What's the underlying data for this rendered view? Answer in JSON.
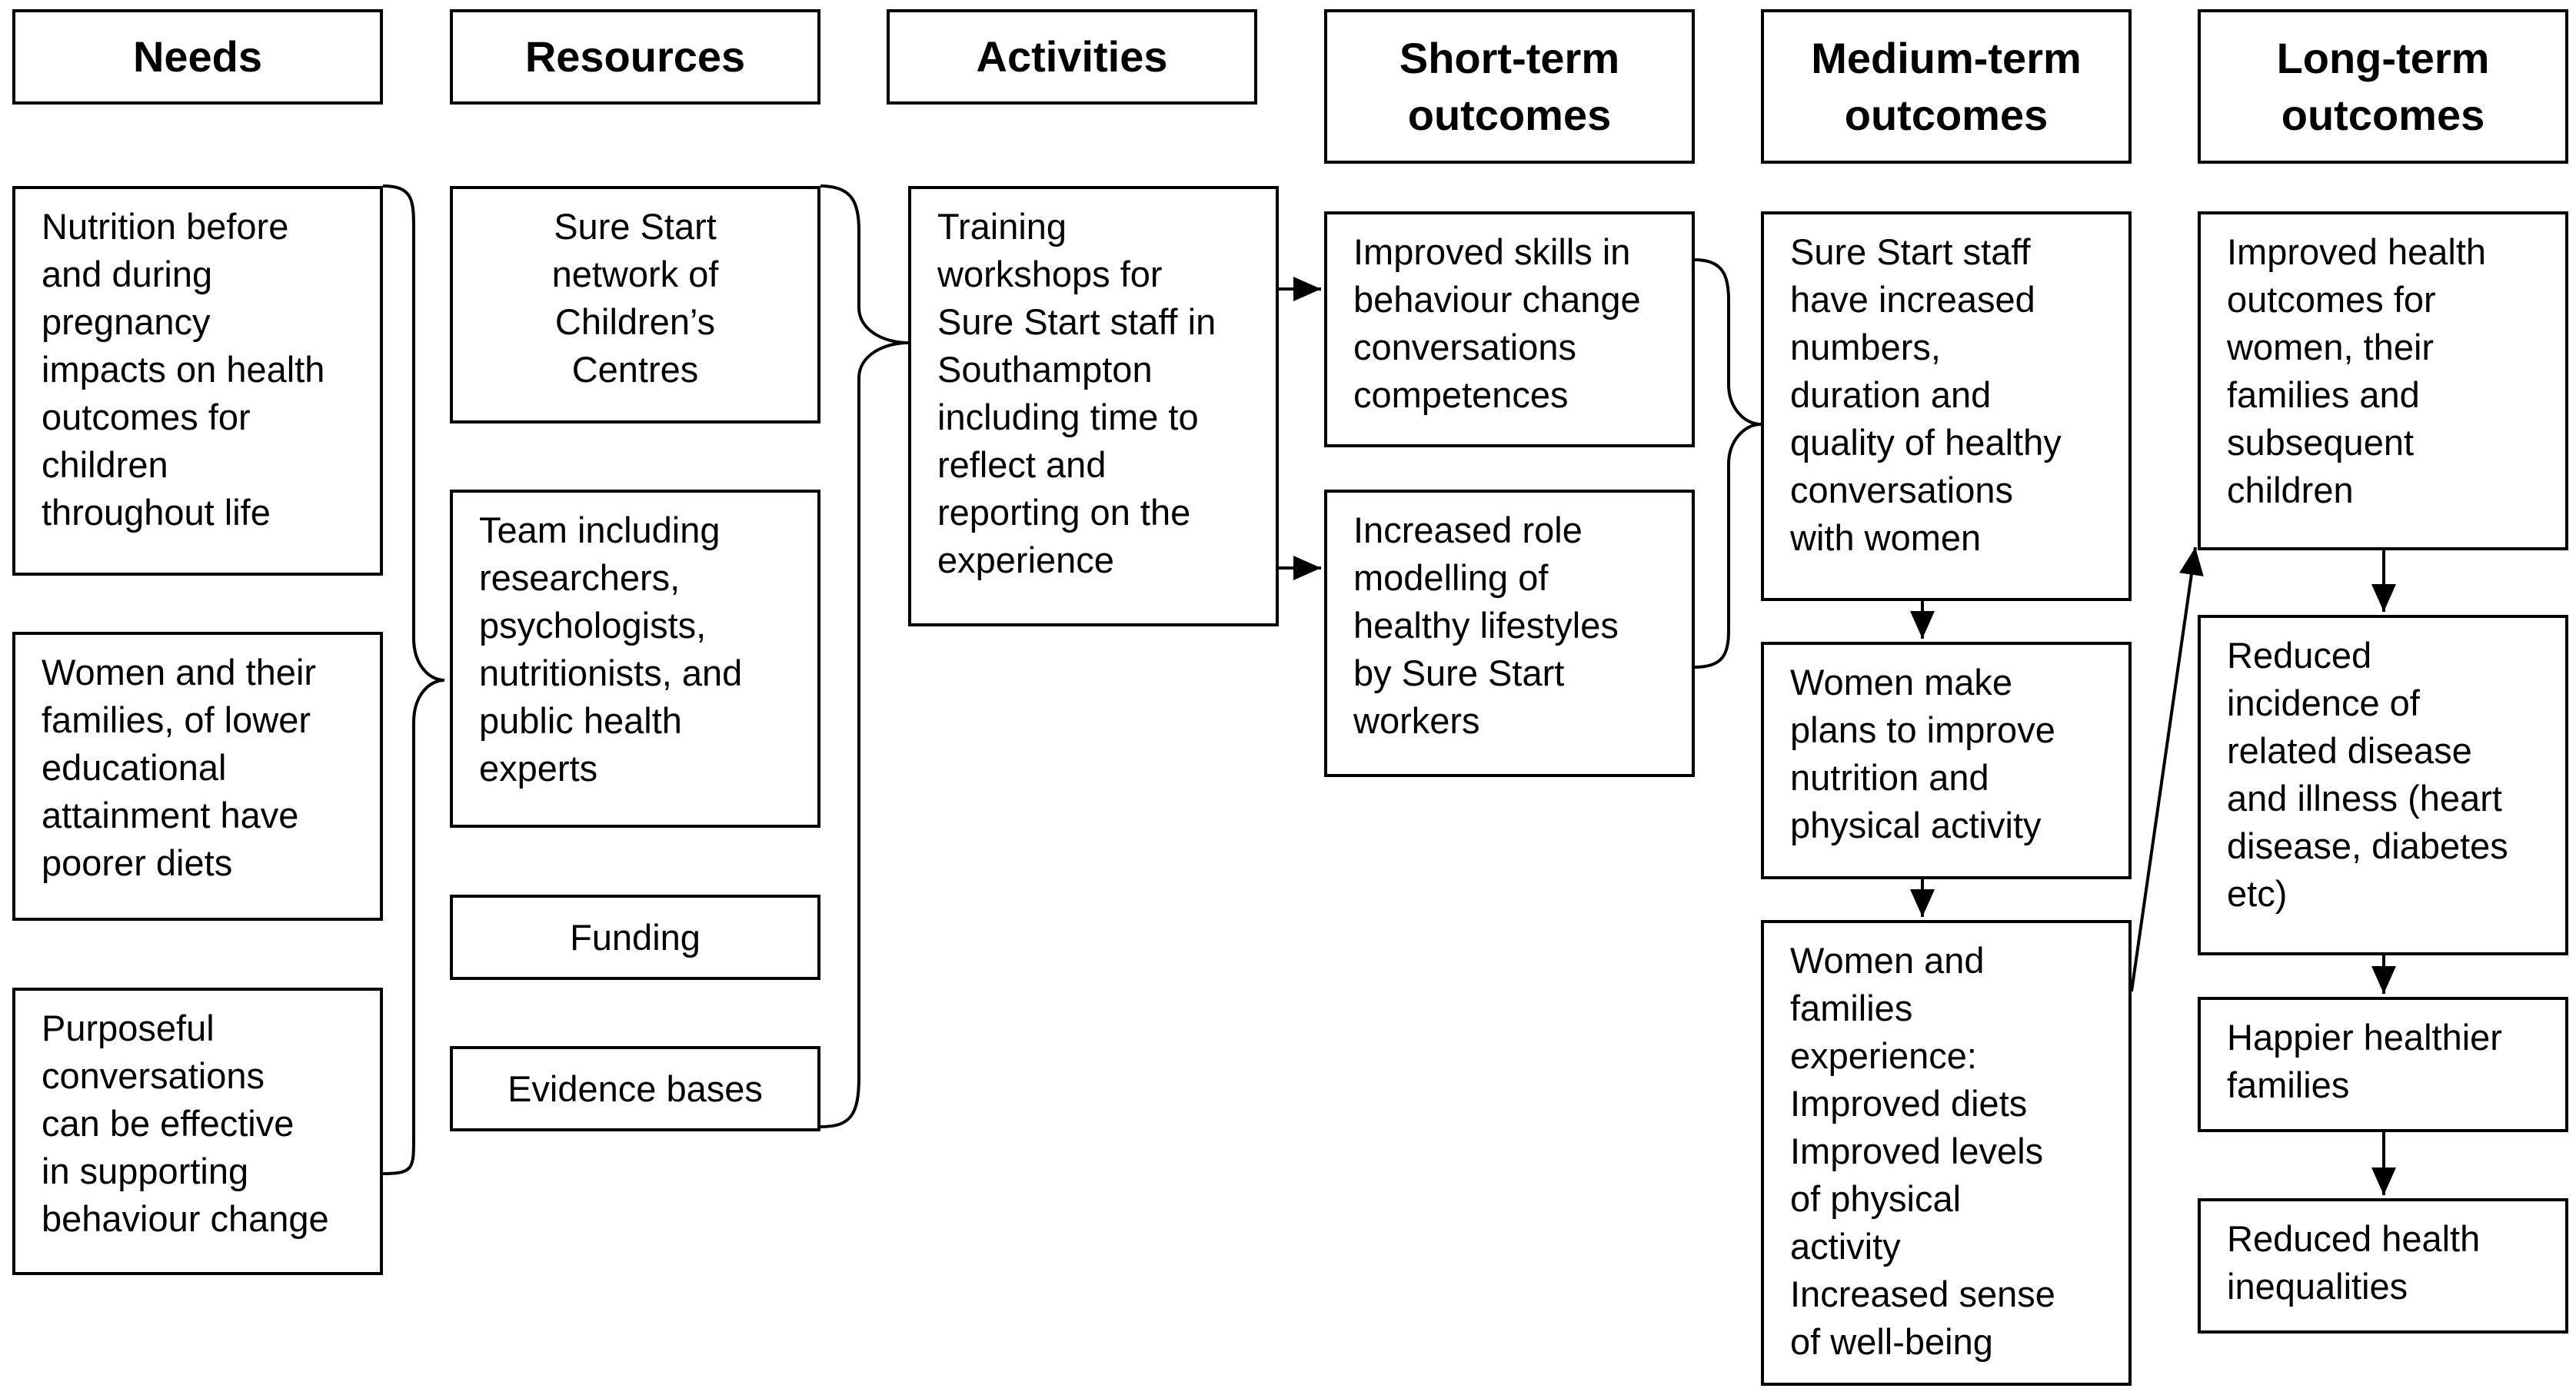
{
  "headers": {
    "needs": "Needs",
    "resources": "Resources",
    "activities": "Activities",
    "short_term": "Short-term\noutcomes",
    "medium_term": "Medium-term\noutcomes",
    "long_term": "Long-term\noutcomes"
  },
  "needs": [
    "Nutrition before\nand during\npregnancy\nimpacts on health\noutcomes for\nchildren\nthroughout life",
    "Women and their\nfamilies, of lower\neducational\nattainment have\npoorer diets",
    "Purposeful\nconversations\ncan be effective\nin supporting\nbehaviour change"
  ],
  "resources": [
    "Sure Start\nnetwork of\nChildren’s\nCentres",
    "Team including\nresearchers,\npsychologists,\nnutritionists, and\npublic health\nexperts",
    "Funding",
    "Evidence bases"
  ],
  "activities": [
    "Training\nworkshops for\nSure Start staff in\nSouthampton\nincluding time to\nreflect and\nreporting on the\nexperience"
  ],
  "short_term": [
    "Improved skills in\nbehaviour change\nconversations\ncompetences",
    "Increased role\nmodelling  of\nhealthy lifestyles\nby Sure Start\nworkers"
  ],
  "medium_term": [
    "Sure Start staff\nhave increased\nnumbers,\nduration and\nquality of healthy\nconversations\nwith women",
    "Women make\nplans to improve\nnutrition and\nphysical activity",
    "Women and\nfamilies\nexperience:\nImproved diets\nImproved levels\nof physical\nactivity\nIncreased sense\nof well-being"
  ],
  "long_term": [
    "Improved health\noutcomes for\nwomen, their\nfamilies and\nsubsequent\nchildren",
    "Reduced\nincidence of\nrelated disease\nand illness (heart\ndisease, diabetes\netc)",
    "Happier healthier\nfamilies",
    "Reduced health\ninequalities"
  ]
}
